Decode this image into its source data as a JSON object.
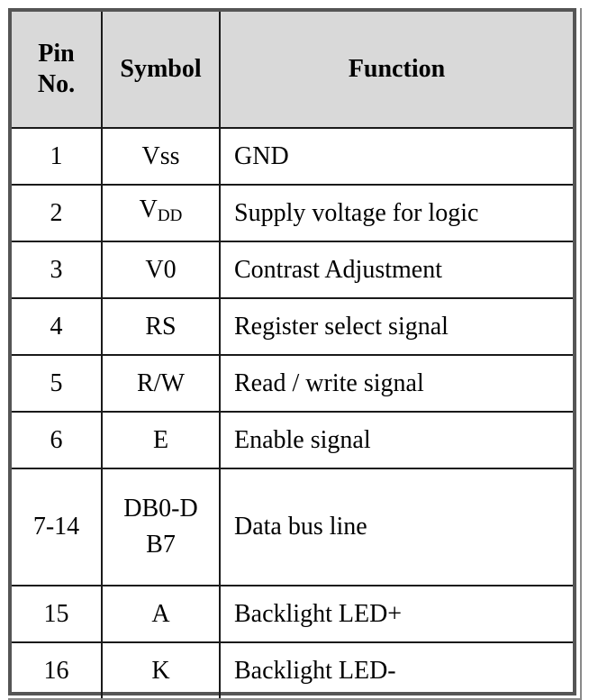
{
  "header": {
    "pin": "Pin No.",
    "symbol": "Symbol",
    "function": "Function"
  },
  "rows": [
    {
      "pin": "1",
      "symbol": "Vss",
      "symbol_sub": "",
      "function": "GND"
    },
    {
      "pin": "2",
      "symbol": "V",
      "symbol_sub": "DD",
      "function": "Supply voltage for logic"
    },
    {
      "pin": "3",
      "symbol": "V0",
      "symbol_sub": "",
      "function": "Contrast Adjustment"
    },
    {
      "pin": "4",
      "symbol": "RS",
      "symbol_sub": "",
      "function": "Register select signal"
    },
    {
      "pin": "5",
      "symbol": "R/W",
      "symbol_sub": "",
      "function": "Read / write signal"
    },
    {
      "pin": "6",
      "symbol": "E",
      "symbol_sub": "",
      "function": "Enable signal"
    },
    {
      "pin": "7-14",
      "symbol": "DB0-DB7",
      "symbol_sub": "",
      "function": "Data bus line"
    },
    {
      "pin": "15",
      "symbol": "A",
      "symbol_sub": "",
      "function": "Backlight LED+"
    },
    {
      "pin": "16",
      "symbol": "K",
      "symbol_sub": "",
      "function": "Backlight LED-"
    }
  ]
}
